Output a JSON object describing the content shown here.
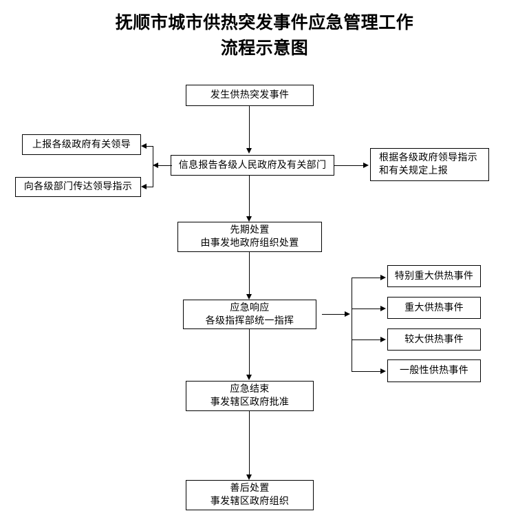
{
  "title": {
    "line1": "抚顺市城市供热突发事件应急管理工作",
    "line2": "流程示意图"
  },
  "nodes": {
    "incident": {
      "line1": "发生供热突发事件"
    },
    "report": {
      "line1": "信息报告各级人民政府及有关部门"
    },
    "report_leaders": {
      "line1": "上报各级政府有关领导"
    },
    "convey_instructions": {
      "line1": "向各级部门传达领导指示"
    },
    "upward_report": {
      "line1": "根据各级政府领导指示",
      "line2": "和有关规定上报"
    },
    "initial_disposal": {
      "line1": "先期处置",
      "line2": "由事发地政府组织处置"
    },
    "emergency_response": {
      "line1": "应急响应",
      "line2": "各级指挥部统一指挥"
    },
    "level_1": {
      "line1": "特别重大供热事件"
    },
    "level_2": {
      "line1": "重大供热事件"
    },
    "level_3": {
      "line1": "较大供热事件"
    },
    "level_4": {
      "line1": "一般性供热事件"
    },
    "response_end": {
      "line1": "应急结束",
      "line2": "事发辖区政府批准"
    },
    "aftermath": {
      "line1": "善后处置",
      "line2": "事发辖区政府组织"
    }
  },
  "colors": {
    "line": "#000000",
    "text": "#000000",
    "background": "#ffffff"
  }
}
